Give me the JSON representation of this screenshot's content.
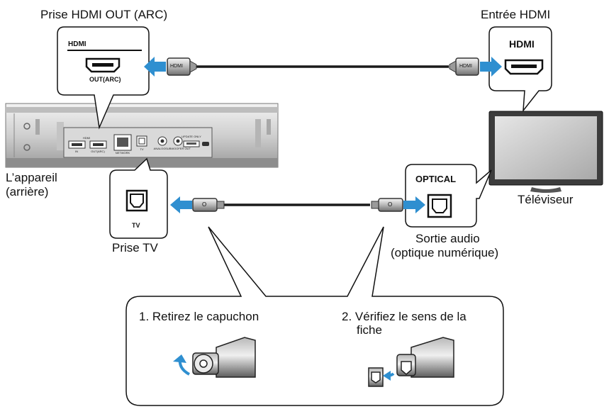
{
  "labels": {
    "hdmi_out_jack": "Prise HDMI OUT (ARC)",
    "hdmi_input": "Entrée HDMI",
    "unit_rear_1": "L’appareil",
    "unit_rear_2": "(arrière)",
    "tv": "Téléviseur",
    "tv_jack": "Prise TV",
    "audio_out_1": "Sortie audio",
    "audio_out_2": "(optique numérique)"
  },
  "callouts": {
    "hdmi_out": {
      "title": "HDMI",
      "port": "OUT(ARC)"
    },
    "hdmi_in": {
      "title": "HDMI"
    },
    "optical": {
      "title": "OPTICAL"
    },
    "tv_port": {
      "port": "TV"
    }
  },
  "cable_plugs": {
    "hdmi_left": "HDMI",
    "hdmi_right": "HDMI",
    "optical_left": "O",
    "optical_right": "O"
  },
  "panel_ports": {
    "hdmi_in": "IN",
    "hdmi_out": "OUT(ARC)",
    "hdmi_group": "HDMI",
    "network": "NETWORK",
    "tv": "TV",
    "analog": "ANALOG",
    "subwoofer": "SUBWOOFER OUT",
    "update": "UPDATE ONLY"
  },
  "steps": {
    "step1": "1. Retirez le capuchon",
    "step2_line1": "2. Vérifiez le sens de la",
    "step2_line2": "fiche"
  },
  "colors": {
    "arrow": "#2f8fd0",
    "cable": "#1a1a1a",
    "panel": "#d7d7d7",
    "outline": "#222222"
  }
}
